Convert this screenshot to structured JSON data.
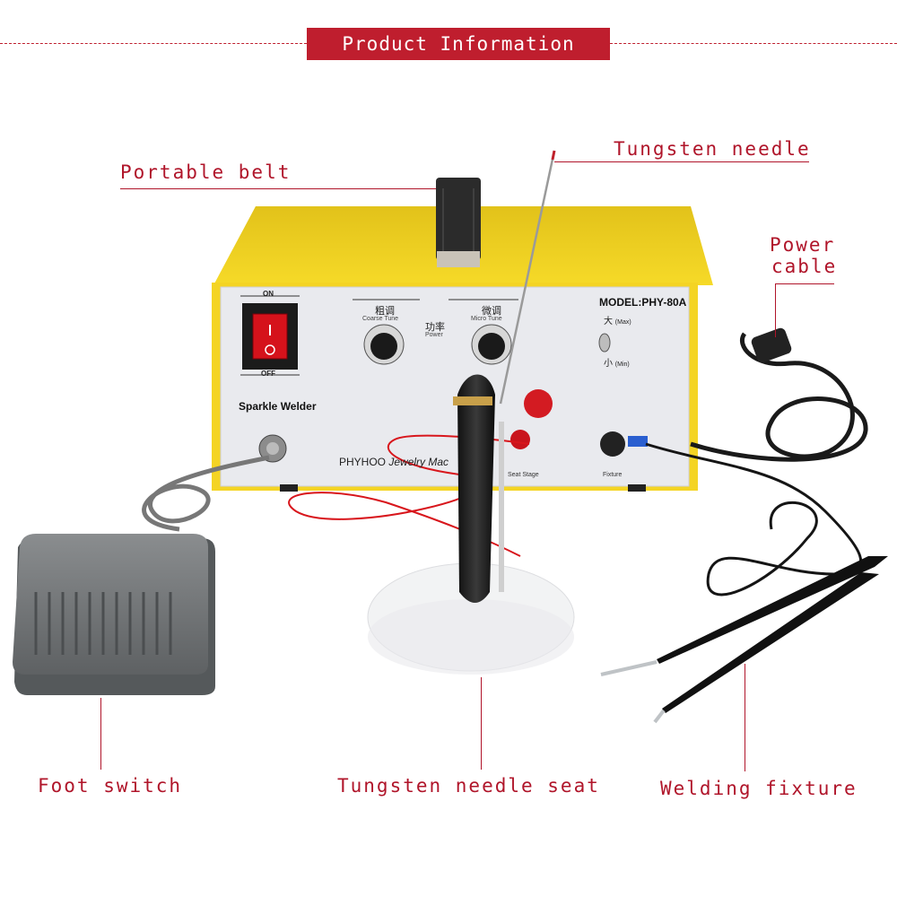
{
  "header": {
    "title": "Product Information"
  },
  "callouts": {
    "portable_belt": "Portable belt",
    "tungsten_needle": "Tungsten needle",
    "power_cable_line1": "Power",
    "power_cable_line2": "cable",
    "foot_switch": "Foot switch",
    "needle_seat": "Tungsten needle seat",
    "welding_fixture": "Welding fixture"
  },
  "machine": {
    "model": "MODEL:PHY-80A",
    "name": "Sparkle Welder",
    "brand": "PHYHOO",
    "brand_suffix": "Jewelry Mac",
    "switch_on": "ON",
    "switch_off": "OFF",
    "coarse_cn": "粗调",
    "coarse_en": "Coarse Tune",
    "power_cn": "功率",
    "power_en": "Power",
    "micro_cn": "微调",
    "micro_en": "Micro Tune",
    "max_cn": "大",
    "max_en": "(Max)",
    "min_cn": "小",
    "min_en": "(Min)",
    "seat_stage": "Seat Stage",
    "fixture": "Fixture"
  },
  "colors": {
    "accent": "#bf1e2e",
    "case_yellow": "#f2d21b",
    "panel": "#e9eaee"
  }
}
